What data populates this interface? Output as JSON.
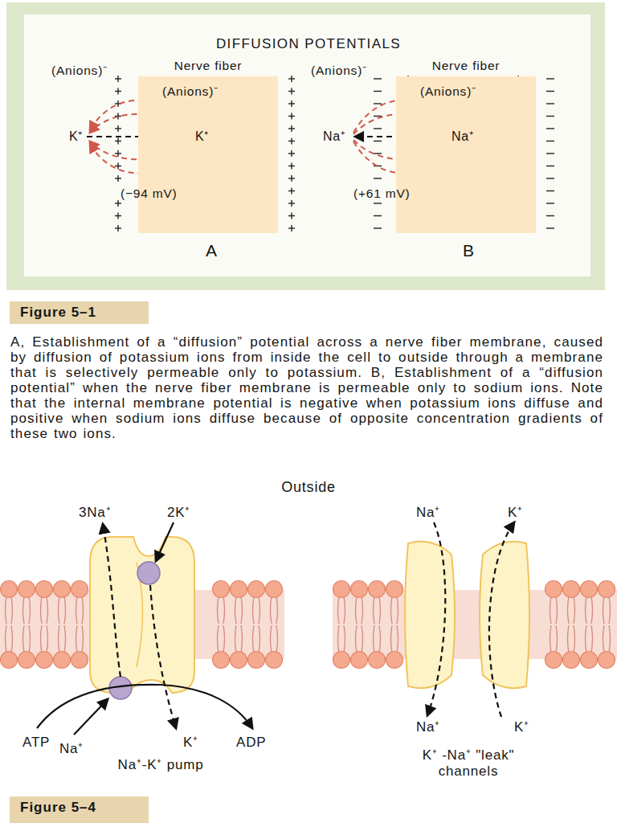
{
  "diagram": {
    "title": "DIFFUSION POTENTIALS",
    "caption": "A, Establishment of a “diffusion” potential across a nerve fiber membrane, caused by diffusion of potassium ions from inside the cell to outside through a membrane that is selectively permeable only to potassium. B, Establishment of a “diffusion potential” when the nerve fiber membrane is permeable only to sodium ions. Note that the internal membrane potential is negative when potassium ions diffuse and positive when sodium ions diffuse because of opposite concentration gradients of these two ions.",
    "nodes": [
      {
        "text": [
          "Nerve fiber",
          "(Anions)⁻"
        ]
      },
      {
        "text": [
          "Nerve fiber",
          "(Anions)⁻"
        ]
      },
      {
        "text": [
          "Figure 5–1"
        ]
      },
      {
        "text": [
          "Figure 5–4"
        ]
      }
    ],
    "labels": [
      "(Anions)⁻",
      "K⁺",
      "K⁺",
      "(−94 mV)",
      "A",
      "(Anions)⁻",
      "Na⁺",
      "Na⁺",
      "(+61 mV)",
      "B",
      "Outside",
      "3Na⁺",
      "2K⁺",
      "ATP",
      "Na⁺",
      "K⁺",
      "ADP",
      "Na⁺-K⁺ pump",
      "Na⁺",
      "K⁺",
      "Na⁺",
      "K⁺",
      "K⁺ -Na⁺ \"leak\" channels"
    ]
  }
}
